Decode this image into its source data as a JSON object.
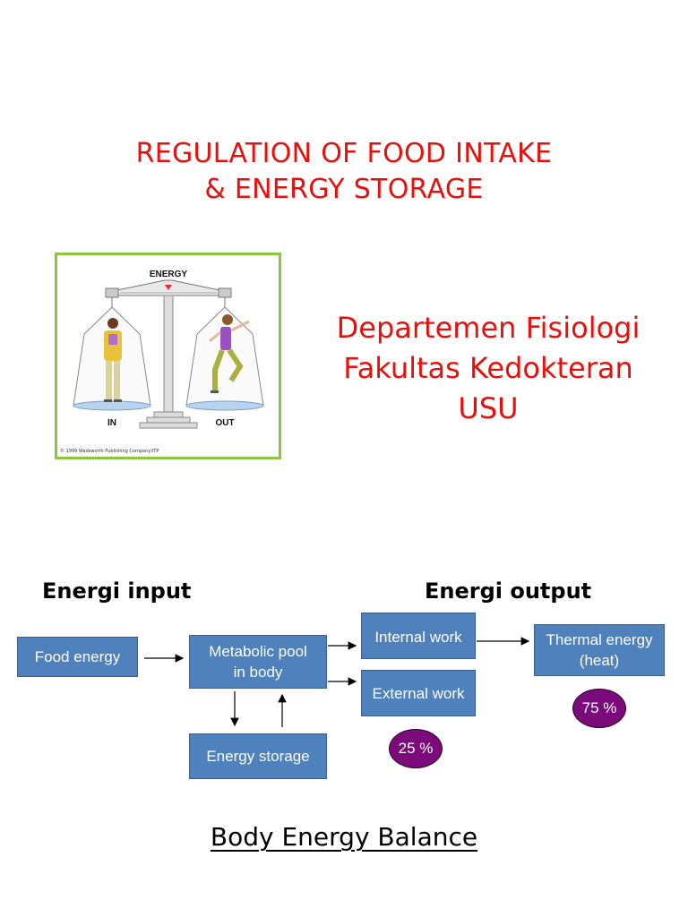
{
  "title": {
    "line1": "REGULATION OF FOOD INTAKE",
    "line2": "& ENERGY STORAGE"
  },
  "department": {
    "line1": "Departemen Fisiologi",
    "line2": "Fakultas Kedokteran",
    "line3": "USU"
  },
  "illustration": {
    "energy_label": "ENERGY",
    "in_label": "IN",
    "out_label": "OUT",
    "copyright": "© 1999 Wadsworth Publishing Company/ITP"
  },
  "diagram": {
    "input_label": "Energi input",
    "output_label": "Energi output",
    "boxes": {
      "food_energy": "Food energy",
      "metabolic_pool_line1": "Metabolic pool",
      "metabolic_pool_line2": "in body",
      "energy_storage": "Energy storage",
      "internal_work": "Internal work",
      "external_work": "External work",
      "thermal_energy_line1": "Thermal energy",
      "thermal_energy_line2": "(heat)"
    },
    "percent_external": "25 %",
    "percent_thermal": "75 %",
    "colors": {
      "box_fill": "#4f81bd",
      "percent_fill": "#7b0a7b",
      "title_red": "#e8100c",
      "frame_green": "#8cc63f"
    }
  },
  "footer": {
    "caption": "Body Energy Balance"
  }
}
